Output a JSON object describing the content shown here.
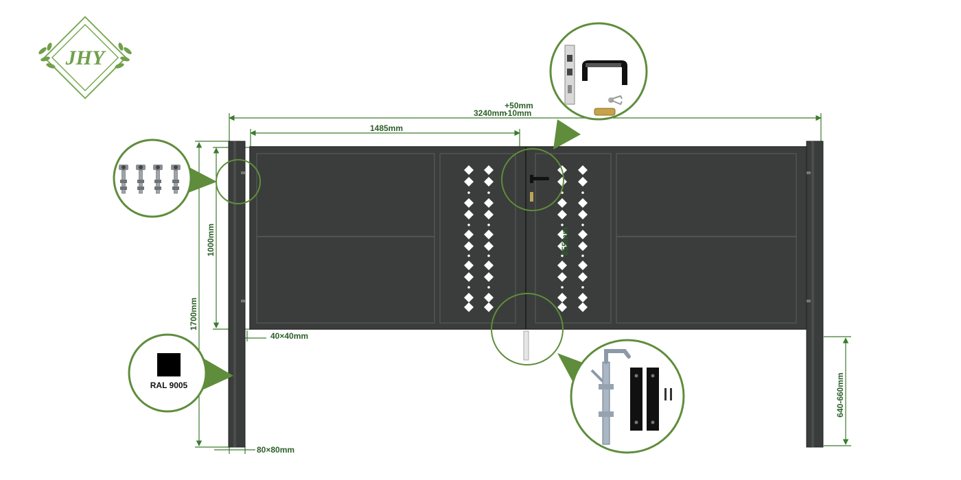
{
  "logo": {
    "text": "JHY"
  },
  "dimensions": {
    "overall_width": "3240mm",
    "tolerance_plus": "+50mm",
    "tolerance_minus": "-10mm",
    "leaf_width": "1485mm",
    "post_height": "1700mm",
    "gate_height": "1000mm",
    "handle_height": "855mm",
    "ground_clearance": "640-660mm",
    "frame_profile": "40×40mm",
    "post_profile": "80×80mm"
  },
  "color_badge": {
    "label": "RAL 9005",
    "swatch": "#000000"
  },
  "colors": {
    "gate": "#3a3d3b",
    "gate_frame": "#2c2e2d",
    "accent_green": "#5f8d3c",
    "dimension_green": "#3c7a2e"
  },
  "callouts": [
    {
      "name": "hinge-callout",
      "icon": "hinge-bolts-icon"
    },
    {
      "name": "lock-handle-callout",
      "icon": "lock-handle-icon"
    },
    {
      "name": "ground-bolt-callout",
      "icon": "drop-bolt-icon"
    },
    {
      "name": "color-callout",
      "icon": "color-swatch-icon"
    }
  ]
}
